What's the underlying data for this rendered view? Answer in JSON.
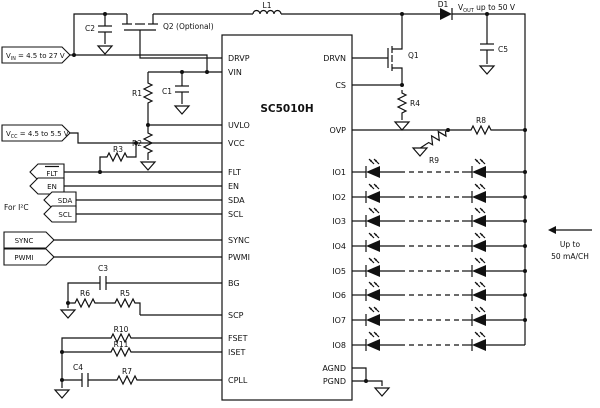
{
  "ic": {
    "name": "SC5010H",
    "left_pins": [
      "DRVP",
      "VIN",
      "UVLO",
      "VCC",
      "FLT",
      "EN",
      "SDA",
      "SCL",
      "SYNC",
      "PWMI",
      "BG",
      "SCP",
      "FSET",
      "ISET",
      "CPLL"
    ],
    "right_pins": [
      "DRVN",
      "CS",
      "OVP",
      "IO1",
      "IO2",
      "IO3",
      "IO4",
      "IO5",
      "IO6",
      "IO7",
      "IO8",
      "AGND",
      "PGND"
    ]
  },
  "tags": {
    "vin_main": "V",
    "vin_sub": "IN",
    "vin_rest": " = 4.5 to 27 V",
    "vcc_main": "V",
    "vcc_sub": "CC",
    "vcc_rest": " = 4.5 to 5.5 V",
    "flt": "FLT",
    "en": "EN",
    "sda": "SDA",
    "scl": "SCL",
    "sync": "SYNC",
    "pwmi": "PWMI",
    "i2c_note": "For I²C"
  },
  "components": {
    "l1": "L1",
    "d1": "D1",
    "c1": "C1",
    "c2": "C2",
    "c3": "C3",
    "c4": "C4",
    "c5": "C5",
    "q1": "Q1",
    "q2": "Q2 (Optional)",
    "r1": "R1",
    "r2": "R2",
    "r3": "R3",
    "r4": "R4",
    "r5": "R5",
    "r6": "R6",
    "r7": "R7",
    "r8": "R8",
    "r9": "R9",
    "r10": "R10",
    "r11": "R11"
  },
  "annotations": {
    "vout_main": "V",
    "vout_sub": "OUT",
    "vout_rest": " up to 50 V",
    "up_to": "Up to",
    "per_ch": "50 mA/CH"
  }
}
